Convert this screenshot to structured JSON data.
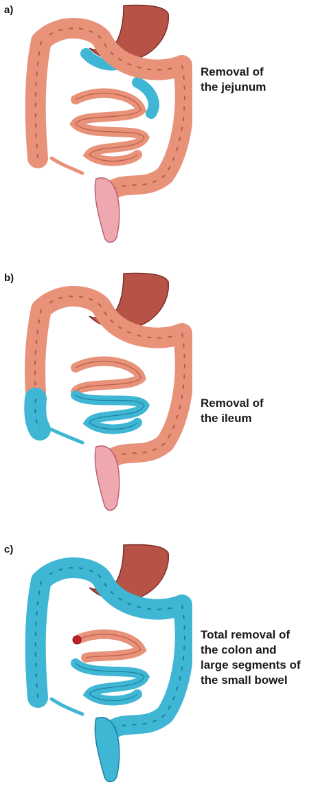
{
  "panels": [
    {
      "label": "a)",
      "caption_lines": [
        "Removal of",
        "the jejunum"
      ],
      "removed_segment": "jejunum"
    },
    {
      "label": "b)",
      "caption_lines": [
        "Removal of",
        "the ileum"
      ],
      "removed_segment": "ileum"
    },
    {
      "label": "c)",
      "caption_lines": [
        "Total removal of",
        "the colon and",
        "large segments of",
        "the small bowel"
      ],
      "removed_segment": "colon and large segments of the small bowel"
    }
  ],
  "colors": {
    "normal_tissue": "#e8927a",
    "normal_tissue_dark": "#b85a48",
    "stomach": "#b85a50",
    "removed_tissue": "#3fb6d4",
    "removed_tissue_dark": "#1c7fa0"
  }
}
